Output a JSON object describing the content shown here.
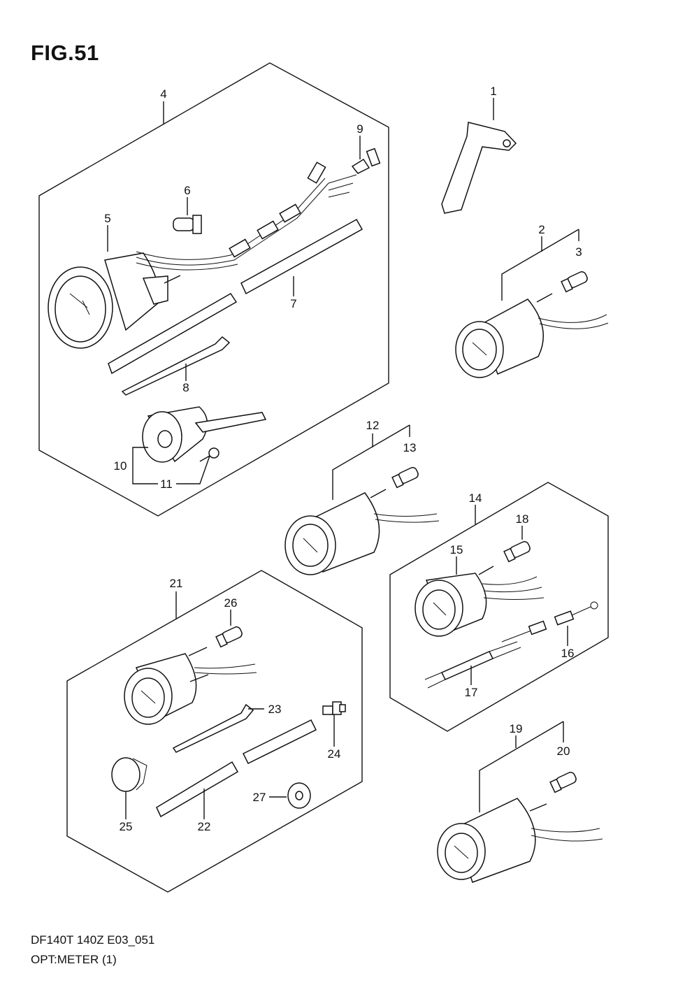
{
  "figure": {
    "title": "FIG.51",
    "model_code": "DF140T 140Z E03_051",
    "section": "OPT:METER (1)"
  },
  "callouts": [
    "1",
    "2",
    "3",
    "4",
    "5",
    "6",
    "7",
    "8",
    "9",
    "10",
    "11",
    "12",
    "13",
    "14",
    "15",
    "16",
    "17",
    "18",
    "19",
    "20",
    "21",
    "22",
    "23",
    "24",
    "25",
    "26",
    "27"
  ]
}
